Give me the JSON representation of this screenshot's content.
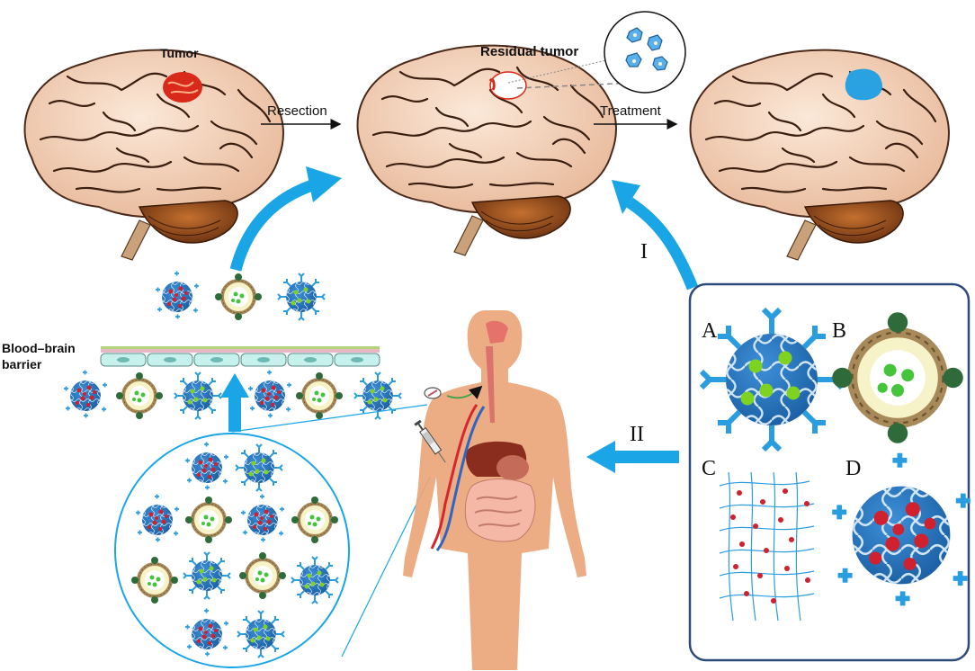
{
  "labels": {
    "tumor": "Tumor",
    "residual_tumor": "Residual tumor",
    "resection": "Resection",
    "treatment": "Treatment",
    "bbb_line1": "Blood–brain",
    "bbb_line2": "barrier",
    "route_1": "I",
    "route_2": "II",
    "panel_a": "A",
    "panel_b": "B",
    "panel_c": "C",
    "panel_d": "D"
  },
  "colors": {
    "accent_arrow": "#1aa6e6",
    "brain": "#f4d9c4",
    "brain_outline": "#4a2a1a",
    "tumor": "#d8291a",
    "treated": "#2aa1e0",
    "nanoparticle_blue": "#1f6fb5",
    "liposome_shell": "#a88a5a",
    "ligand_green": "#2f6b3a",
    "drug_green": "#7ed321",
    "drug_red": "#d0212e",
    "body_skin": "#e9a77b",
    "panel_border": "#2c4a7a"
  },
  "icons": [
    "brain-icon",
    "tumor-icon",
    "human-body-icon",
    "syringe-icon",
    "pill-icon",
    "tumor-cell-icon"
  ]
}
